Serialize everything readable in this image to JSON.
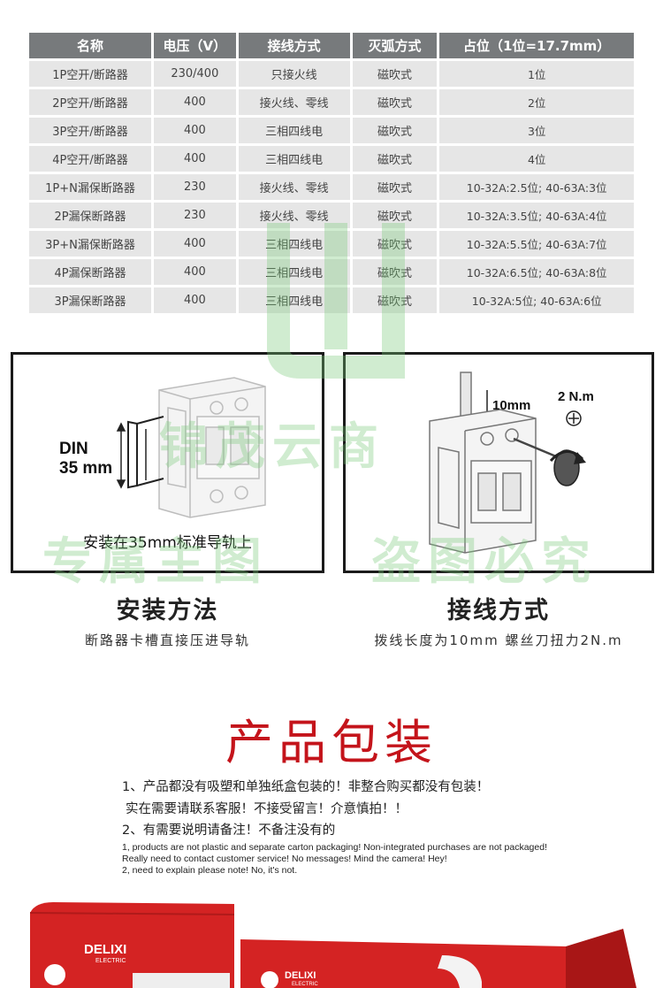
{
  "table": {
    "headers": [
      "名称",
      "电压（V）",
      "接线方式",
      "灭弧方式",
      "占位（1位=17.7mm）"
    ],
    "rows": [
      [
        "1P空开/断路器",
        "230/400",
        "只接火线",
        "磁吹式",
        "1位"
      ],
      [
        "2P空开/断路器",
        "400",
        "接火线、零线",
        "磁吹式",
        "2位"
      ],
      [
        "3P空开/断路器",
        "400",
        "三相四线电",
        "磁吹式",
        "3位"
      ],
      [
        "4P空开/断路器",
        "400",
        "三相四线电",
        "磁吹式",
        "4位"
      ],
      [
        "1P+N漏保断路器",
        "230",
        "接火线、零线",
        "磁吹式",
        "10-32A:2.5位; 40-63A:3位"
      ],
      [
        "2P漏保断路器",
        "230",
        "接火线、零线",
        "磁吹式",
        "10-32A:3.5位; 40-63A:4位"
      ],
      [
        "3P+N漏保断路器",
        "400",
        "三相四线电",
        "磁吹式",
        "10-32A:5.5位; 40-63A:7位"
      ],
      [
        "4P漏保断路器",
        "400",
        "三相四线电",
        "磁吹式",
        "10-32A:6.5位; 40-63A:8位"
      ],
      [
        "3P漏保断路器",
        "400",
        "三相四线电",
        "磁吹式",
        "10-32A:5位; 40-63A:6位"
      ]
    ]
  },
  "install": {
    "din_label_1": "DIN",
    "din_label_2": "35 mm",
    "caption": "安装在35mm标准导轨上",
    "title": "安装方法",
    "subtitle": "断路器卡槽直接压进导轨"
  },
  "wiring": {
    "length_label": "10mm",
    "torque_label": "2 N.m",
    "title": "接线方式",
    "subtitle": "拨线长度为10mm 螺丝刀扭力2N.m"
  },
  "packaging": {
    "title": "产品包装",
    "cn_lines": [
      "1、产品都没有吸塑和单独纸盒包装的！非整合购买都没有包装！",
      "实在需要请联系客服！不接受留言！介意慎拍！！",
      "2、有需要说明请备注！不备注没有的"
    ],
    "en_lines": [
      "1, products are not plastic and separate carton packaging! Non-integrated purchases are not packaged!",
      "Really need to contact customer service! No messages! Mind the camera! Hey!",
      "2, need to explain please note! No, it's not."
    ]
  },
  "boxes": {
    "brand": "DELIXI",
    "brand_sub": "ELECTRIC"
  },
  "watermark": {
    "line1": "锦茂云商",
    "line2": "专属主图",
    "line3": "盗图必究"
  },
  "colors": {
    "header_bg": "#777a7c",
    "cell_bg": "#e6e6e6",
    "accent_red": "#c4141b",
    "watermark_green": "#78c878"
  }
}
